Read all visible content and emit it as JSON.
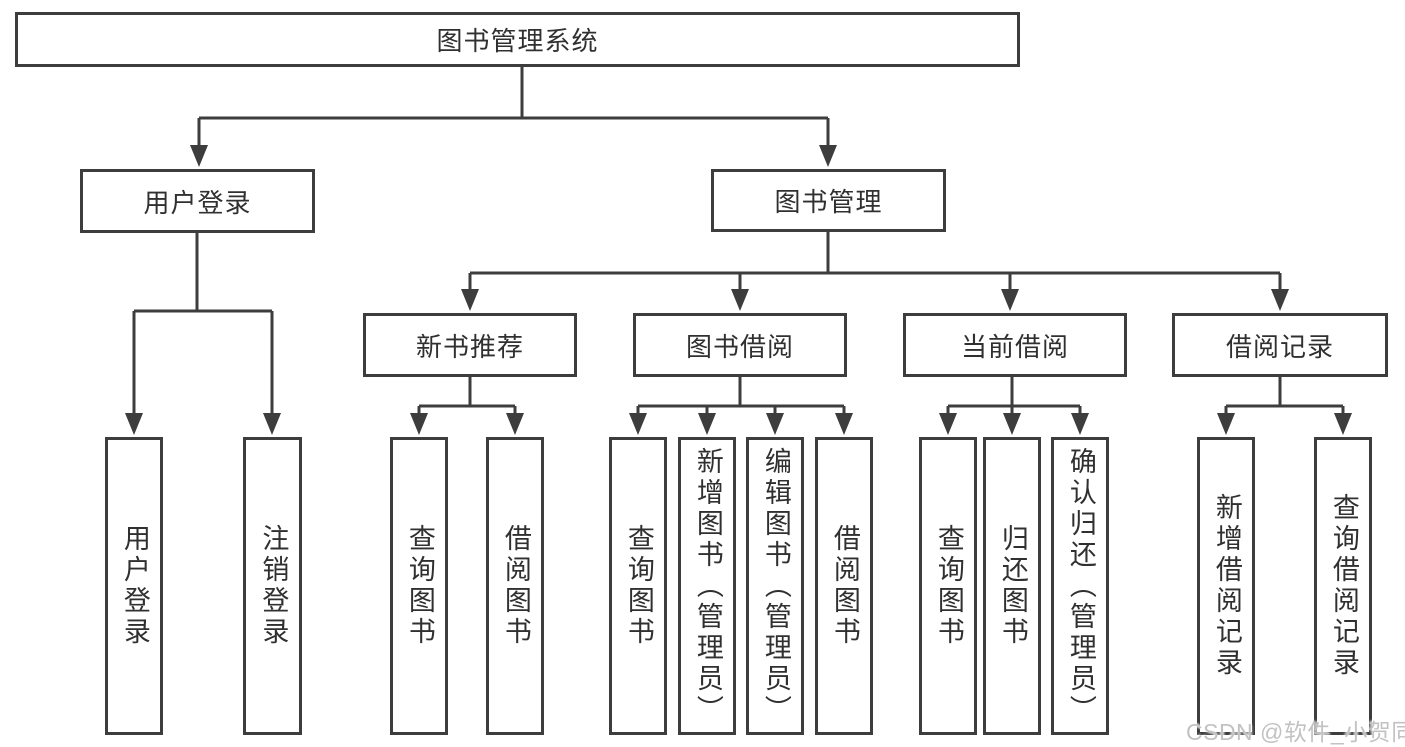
{
  "diagram": {
    "root": "图书管理系统",
    "branches": {
      "user_login_group": "用户登录",
      "book_management": "图书管理"
    },
    "modules": {
      "new_book_recommend": "新书推荐",
      "book_borrowing": "图书借阅",
      "current_borrowing": "当前借阅",
      "borrowing_records": "借阅记录"
    },
    "leaves": {
      "user_login": "用户登录",
      "logout": "注销登录",
      "rec_query_books": "查询图书",
      "rec_borrow_books": "借阅图书",
      "bb_query_books": "查询图书",
      "bb_add_books": "新增图书（管理员）",
      "bb_edit_books": "编辑图书（管理员）",
      "bb_borrow_books": "借阅图书",
      "cb_query_books": "查询图书",
      "cb_return_books": "归还图书",
      "cb_confirm_return": "确认归还（管理员）",
      "br_add_record": "新增借阅记录",
      "br_query_record": "查询借阅记录"
    }
  },
  "watermark": "CSDN @软件_小贺同学",
  "colors": {
    "line": "#3d3d3d",
    "text": "#303030",
    "background": "#ffffff",
    "watermark": "#c2c2c2"
  }
}
